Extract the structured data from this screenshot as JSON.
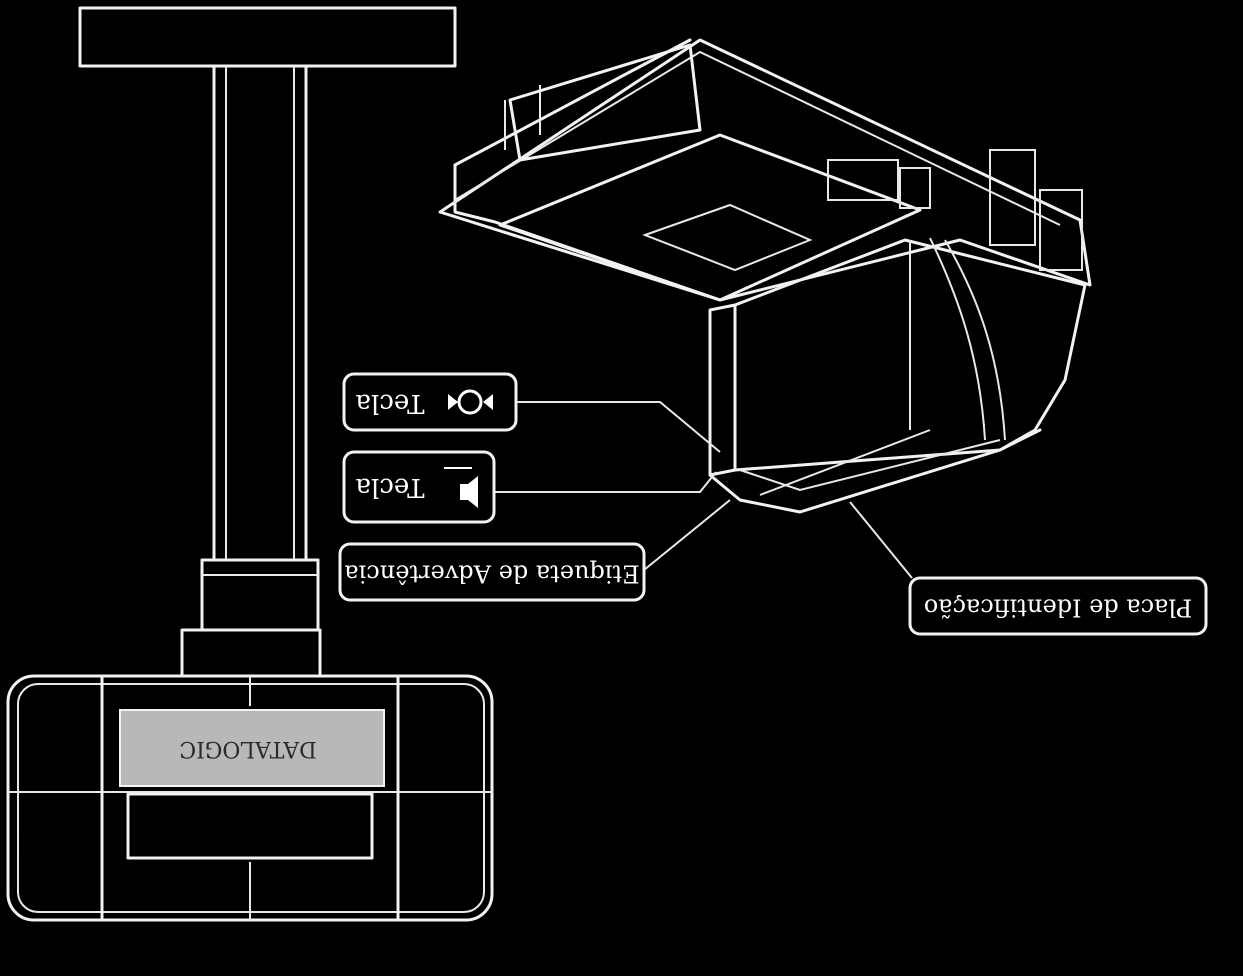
{
  "colors": {
    "background": "#000000",
    "line": "#f2f2f2",
    "label_panel": "#b8b8b8"
  },
  "callouts": {
    "key_power": {
      "label": "Tecla",
      "icon": "power-key-icon"
    },
    "key_speaker": {
      "label": "Tecla",
      "icon": "speaker-icon"
    },
    "warning_label": {
      "label": "Etiqueta de Advertência"
    },
    "id_plate": {
      "label": "Placa de Identificação"
    }
  },
  "scanner": {
    "brand_label": "DATALOGIC"
  }
}
